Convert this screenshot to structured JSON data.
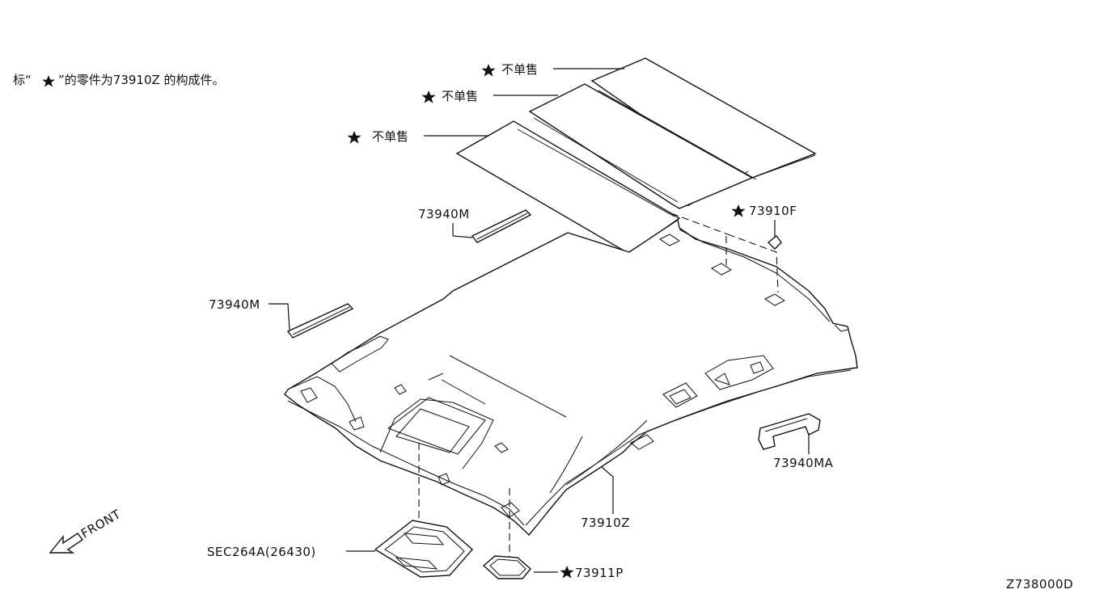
{
  "note": {
    "prefix": "标“",
    "suffix": "”的零件为73910Z  的构成件。"
  },
  "labels": {
    "not_sold": "不单售",
    "p73910F": "73910F",
    "p73940M_upper": "73940M",
    "p73940M_left": "73940M",
    "p73940MA": "73940MA",
    "p73910Z": "73910Z",
    "sec": "SEC264A(26430)",
    "p73911P": "73911P",
    "front": "FRONT"
  },
  "diagram_id": "Z738000D",
  "icons": [
    "star-icon",
    "front-arrow-icon"
  ]
}
